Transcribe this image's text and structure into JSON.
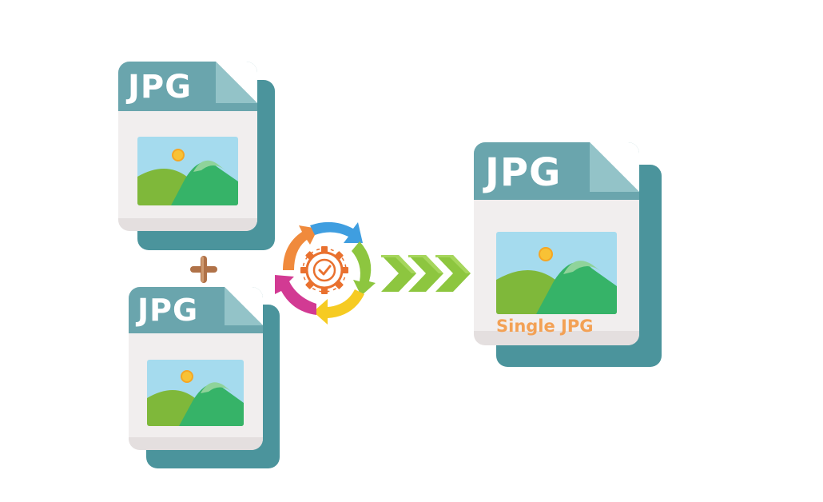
{
  "files": {
    "input_one": {
      "label": "JPG"
    },
    "input_two": {
      "label": "JPG"
    },
    "output": {
      "label": "JPG",
      "caption": "Single JPG"
    }
  },
  "symbols": {
    "join": "plus-icon",
    "process": "cycle-gear-icon",
    "flow": "chevron-arrows-icon"
  },
  "colors": {
    "file_teal_dark": "#4b949c",
    "file_teal_band": "#6aa5ad",
    "file_paper": "#f1eeee",
    "sky": "#a5dbee",
    "sun": "#f8c235",
    "hill_light": "#7fb83a",
    "hill_dark": "#36b368",
    "arrow_green": "#8dc63f",
    "plus_brown": "#b07248",
    "caption_orange": "#f3a155",
    "cycle_orange": "#f08a3c",
    "cycle_blue": "#3f9ee0",
    "cycle_green": "#8dc63f",
    "cycle_yellow": "#f6cb22",
    "cycle_magenta": "#d23a93"
  }
}
